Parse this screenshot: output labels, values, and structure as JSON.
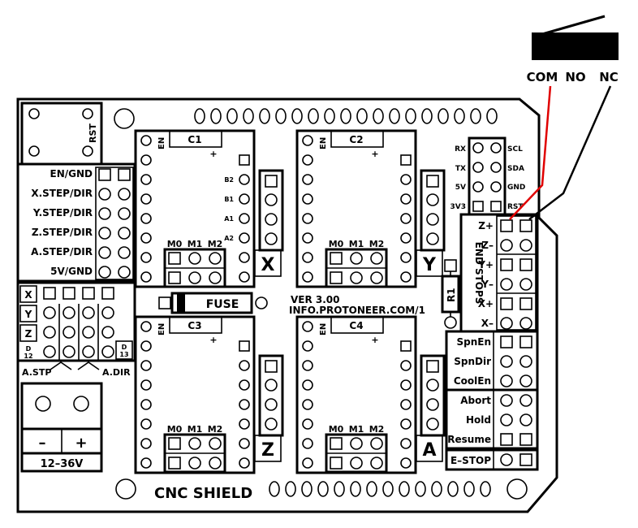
{
  "switch": {
    "com": "COM",
    "no": "NO",
    "nc": "NC",
    "com_color": "#e00000",
    "no_color": "#7a2a8a",
    "nc_color": "#000000"
  },
  "board": {
    "title": "CNC SHIELD",
    "version": "VER 3.00",
    "url": "INFO.PROTONEER.COM/1",
    "fuse": "FUSE",
    "resistor": "R1"
  },
  "reset": {
    "label": "RST"
  },
  "left_header": {
    "rows": [
      "EN/GND",
      "X.STEP/DIR",
      "Y.STEP/DIR",
      "Z.STEP/DIR",
      "A.STEP/DIR",
      "5V/GND"
    ]
  },
  "axis_clone": {
    "rows": [
      "X",
      "Y",
      "Z"
    ],
    "d12": "D\n12",
    "d13": "D\n13",
    "d12_a": "D",
    "d12_b": "12",
    "d13_a": "D",
    "d13_b": "13",
    "a_stp": "A.STP",
    "a_dir": "A.DIR"
  },
  "power": {
    "minus": "–",
    "plus": "+",
    "voltage": "12–36V"
  },
  "drivers": [
    {
      "cap": "C1",
      "en": "EN",
      "plus": "+",
      "axis": "X"
    },
    {
      "cap": "C2",
      "en": "EN",
      "plus": "+",
      "axis": "Y"
    },
    {
      "cap": "C3",
      "en": "EN",
      "plus": "+",
      "axis": "Z"
    },
    {
      "cap": "C4",
      "en": "EN",
      "plus": "+",
      "axis": "A"
    }
  ],
  "microstep": {
    "m0": "M0",
    "m1": "M1",
    "m2": "M2"
  },
  "coil_labels": [
    "B2",
    "B1",
    "A1",
    "A2"
  ],
  "i2c": {
    "left": [
      "RX",
      "TX",
      "5V",
      "3V3"
    ],
    "right": [
      "SCL",
      "SDA",
      "GND",
      "RST"
    ]
  },
  "end_stops": {
    "title": "END STOPS",
    "rows": [
      "Z+",
      "Z–",
      "Y+",
      "Y–",
      "X+",
      "X–"
    ]
  },
  "spindle": [
    "SpnEn",
    "SpnDir",
    "CoolEn"
  ],
  "control": [
    "Abort",
    "Hold",
    "Resume"
  ],
  "estop": "E–STOP"
}
